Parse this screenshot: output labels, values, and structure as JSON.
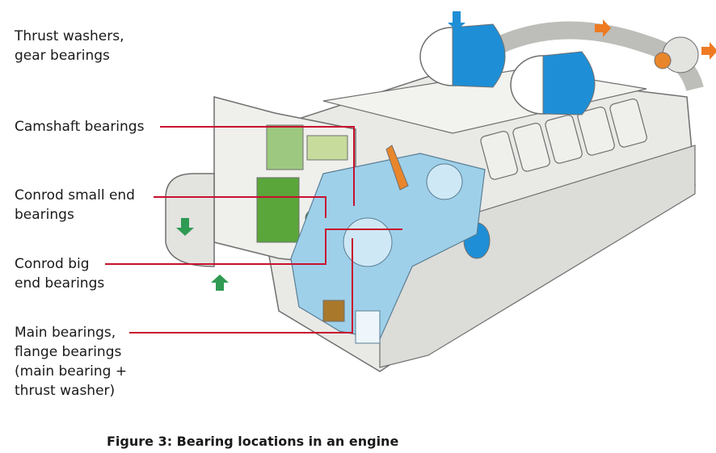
{
  "labels": {
    "thrust": "Thrust washers,\ngear bearings",
    "camshaft": "Camshaft bearings",
    "conrod_small": "Conrod small end\nbearings",
    "conrod_big": "Conrod big\nend bearings",
    "main": "Main bearings,\nflange bearings\n(main bearing +\nthrust washer)"
  },
  "caption": "Figure 3: Bearing locations in an engine",
  "colors": {
    "leader_line": "#c8102e",
    "engine_body": "#e9e9e6",
    "engine_outline": "#6f6f6f",
    "filter_blue": "#1e8fd6",
    "cutaway_blue": "#9fd0ea",
    "radiator_green": "#5aa63a",
    "arrow_orange": "#ee7a22",
    "arrow_green": "#2f9a52",
    "piston_orange": "#e9862b",
    "bearing_brown": "#a9782b"
  }
}
